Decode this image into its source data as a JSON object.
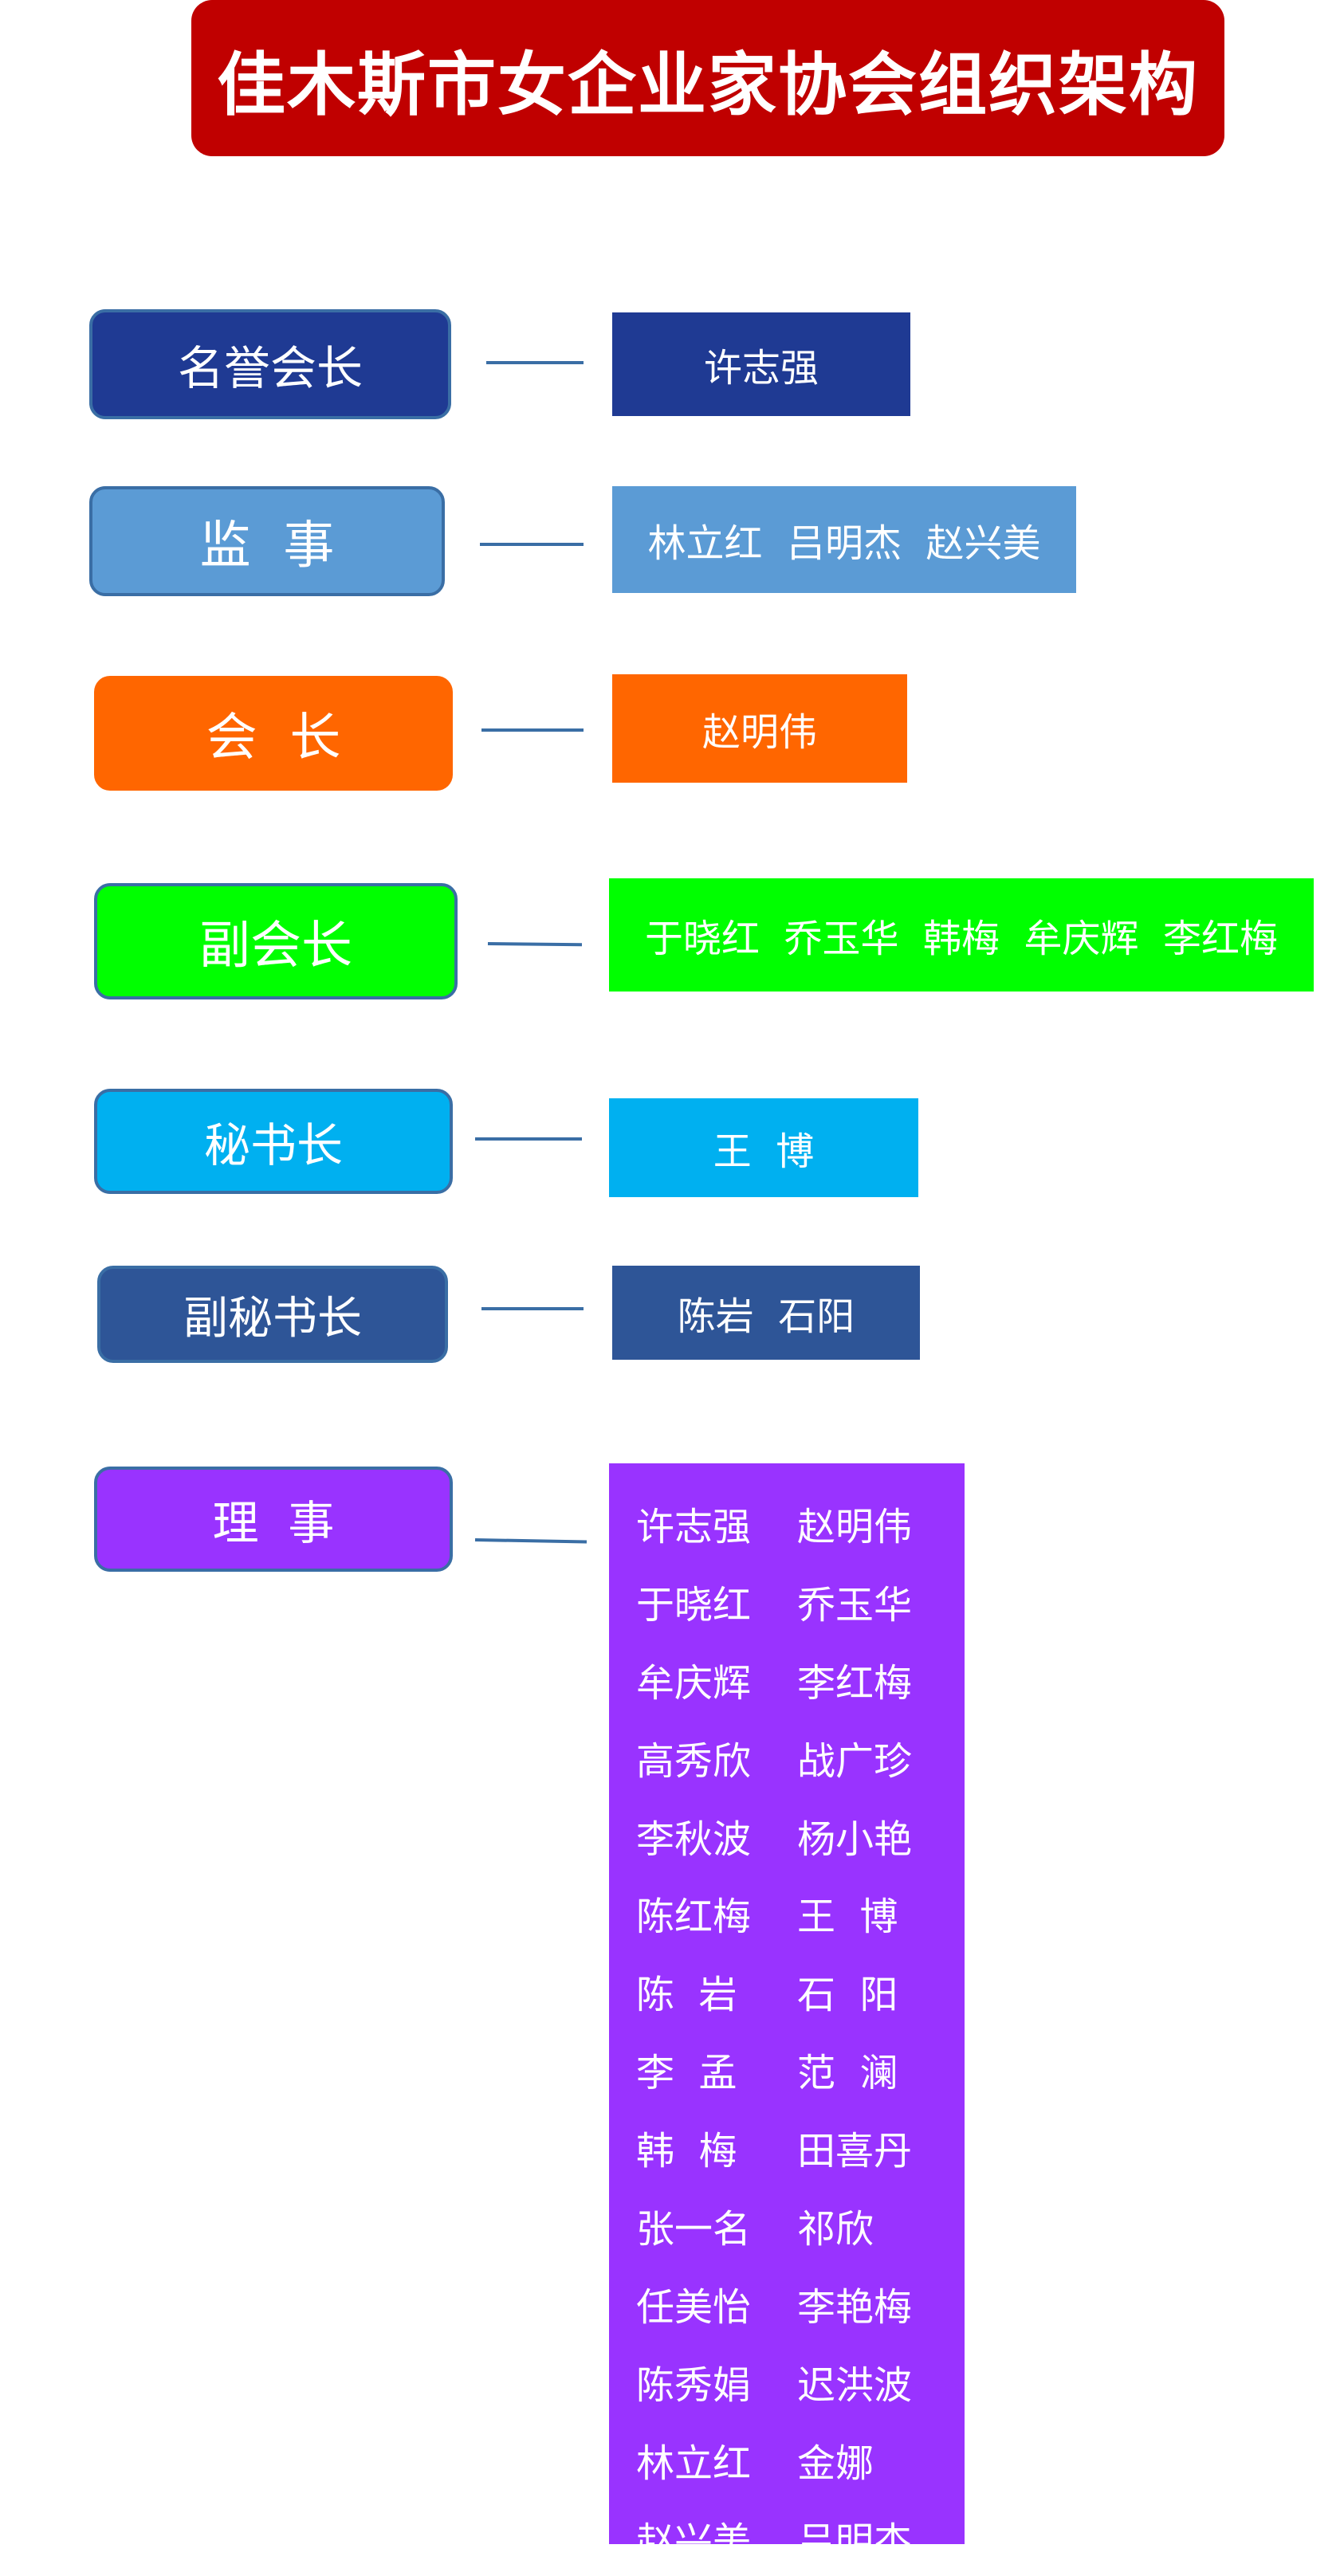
{
  "title": "佳木斯市女企业家协会组织架构",
  "colors": {
    "title_bg": "#c00000",
    "honorary": "#1f3a93",
    "supervisor": "#5b9bd5",
    "president": "#ff6600",
    "vice_president": "#00ff00",
    "secretary_general": "#00b0f0",
    "deputy_secretary": "#2e5597",
    "director": "#9933ff",
    "connector": "#3a6ea5"
  },
  "roles": [
    {
      "id": "honorary-president",
      "label": "名誉会长",
      "members": "许志强"
    },
    {
      "id": "supervisor",
      "label": "监  事",
      "members": "林立红  吕明杰  赵兴美"
    },
    {
      "id": "president",
      "label": "会  长",
      "members": "赵明伟"
    },
    {
      "id": "vice-president",
      "label": "副会长",
      "members": "于晓红  乔玉华  韩梅  牟庆辉  李红梅"
    },
    {
      "id": "secretary-general",
      "label": "秘书长",
      "members": "王  博"
    },
    {
      "id": "deputy-secretary-general",
      "label": "副秘书长",
      "members": "陈岩  石阳"
    },
    {
      "id": "director",
      "label": "理  事"
    }
  ],
  "directors": [
    [
      "许志强",
      "赵明伟"
    ],
    [
      "于晓红",
      "乔玉华"
    ],
    [
      "牟庆辉",
      "李红梅"
    ],
    [
      "高秀欣",
      "战广珍"
    ],
    [
      "李秋波",
      "杨小艳"
    ],
    [
      "陈红梅",
      "王  博"
    ],
    [
      "陈  岩",
      "石  阳"
    ],
    [
      "李  孟",
      "范  澜"
    ],
    [
      "韩  梅",
      "田喜丹"
    ],
    [
      "张一名",
      "祁欣"
    ],
    [
      "任美怡",
      "李艳梅"
    ],
    [
      "陈秀娟",
      "迟洪波"
    ],
    [
      "林立红",
      "金娜"
    ],
    [
      "赵兴美",
      "吕明杰"
    ]
  ]
}
